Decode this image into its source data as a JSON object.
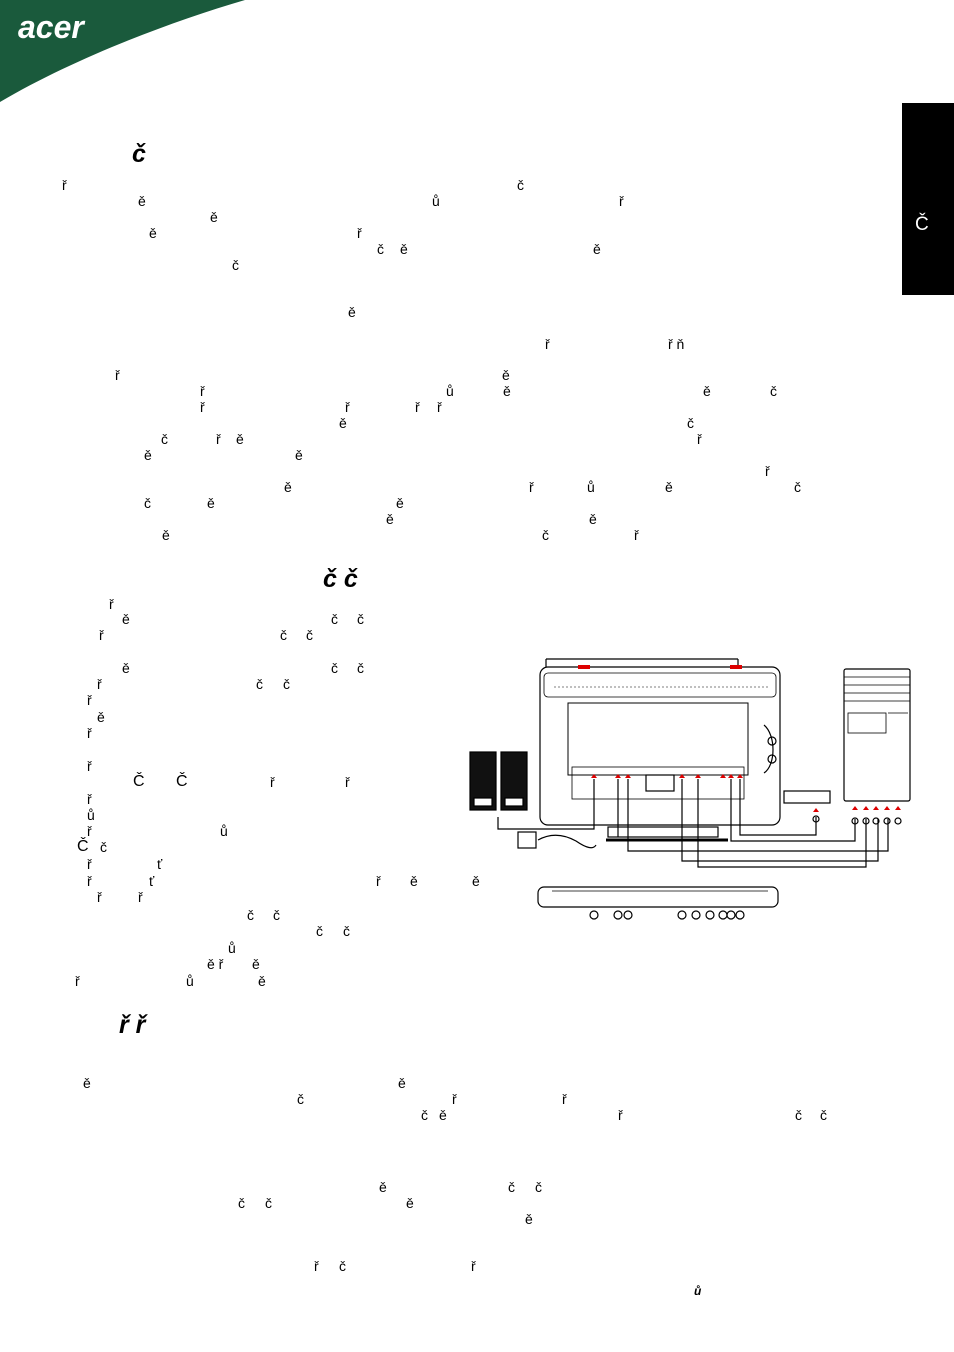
{
  "brand": {
    "logo_text": "acer",
    "color": "#1a5a3c"
  },
  "side_tab": {
    "glyph": "Č"
  },
  "headings": [
    "č",
    "č   č",
    "ř ř"
  ],
  "paragraphs": [
    [
      "ř",
      "č",
      "ě",
      "ů",
      "ř",
      "ě",
      "ě",
      "ř",
      "č",
      "ě",
      "ě",
      "č"
    ],
    [
      "ě"
    ],
    [
      "ř",
      "ř ň"
    ],
    [
      "ř",
      "ě",
      "ř",
      "ů",
      "ě",
      "ě",
      "č",
      "ř",
      "ř",
      "ř",
      "ř",
      "ě",
      "č",
      "č",
      "ř",
      "ě",
      "ř",
      "ě",
      "ě",
      "ř",
      "ě",
      "ř",
      "ů",
      "ě",
      "č",
      "č",
      "ě",
      "ě",
      "ě",
      "ě",
      "ě",
      "č",
      "ř"
    ],
    [
      "ř",
      "ě",
      "č",
      "č",
      "ř",
      "č",
      "č"
    ],
    [
      "ě",
      "č",
      "č",
      "ř",
      "č",
      "č",
      "ř",
      "ě",
      "ř"
    ],
    [
      "ř",
      "Č",
      "Č",
      "ř",
      "ř",
      "ř",
      "ů",
      "ř",
      "ů",
      "Č",
      "č",
      "ř",
      "ť",
      "ř",
      "ť",
      "ř",
      "ě",
      "ě",
      "ř",
      "ř",
      "č",
      "č",
      "č",
      "č",
      "ů",
      "ě ř",
      "ě",
      "ř",
      "ů",
      "ě"
    ],
    [
      "ě",
      "ě",
      "č",
      "ř",
      "ř",
      "č",
      "ě",
      "ř",
      "č",
      "č"
    ],
    [
      "ě",
      "č",
      "č",
      "č",
      "č",
      "ě",
      "ě"
    ],
    [
      "ř",
      "č",
      "ř"
    ]
  ],
  "footnote": "ů"
}
